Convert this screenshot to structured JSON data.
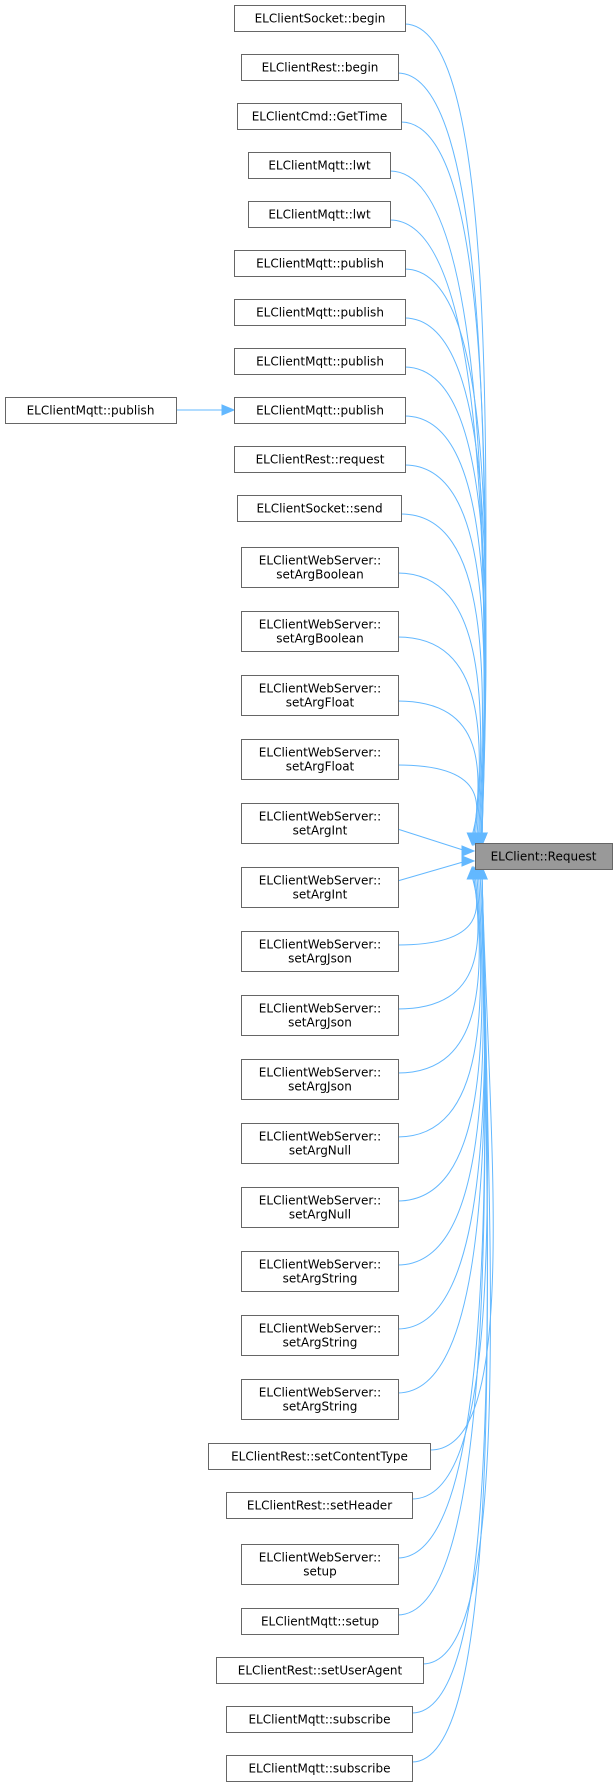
{
  "diagram": {
    "type": "call-graph",
    "colors": {
      "edge": "#63b8ff",
      "node_border": "#666666",
      "node_fill": "#ffffff",
      "target_fill": "#999999"
    },
    "target": {
      "label": "ELClient::Request"
    },
    "callers": [
      {
        "lines": [
          "ELClientSocket::begin"
        ]
      },
      {
        "lines": [
          "ELClientRest::begin"
        ]
      },
      {
        "lines": [
          "ELClientCmd::GetTime"
        ]
      },
      {
        "lines": [
          "ELClientMqtt::lwt"
        ]
      },
      {
        "lines": [
          "ELClientMqtt::lwt"
        ]
      },
      {
        "lines": [
          "ELClientMqtt::publish"
        ]
      },
      {
        "lines": [
          "ELClientMqtt::publish"
        ]
      },
      {
        "lines": [
          "ELClientMqtt::publish"
        ]
      },
      {
        "lines": [
          "ELClientMqtt::publish"
        ],
        "caller": "ELClientMqtt::publish"
      },
      {
        "lines": [
          "ELClientRest::request"
        ]
      },
      {
        "lines": [
          "ELClientSocket::send"
        ]
      },
      {
        "lines": [
          "ELClientWebServer::",
          "setArgBoolean"
        ]
      },
      {
        "lines": [
          "ELClientWebServer::",
          "setArgBoolean"
        ]
      },
      {
        "lines": [
          "ELClientWebServer::",
          "setArgFloat"
        ]
      },
      {
        "lines": [
          "ELClientWebServer::",
          "setArgFloat"
        ]
      },
      {
        "lines": [
          "ELClientWebServer::",
          "setArgInt"
        ]
      },
      {
        "lines": [
          "ELClientWebServer::",
          "setArgInt"
        ]
      },
      {
        "lines": [
          "ELClientWebServer::",
          "setArgJson"
        ]
      },
      {
        "lines": [
          "ELClientWebServer::",
          "setArgJson"
        ]
      },
      {
        "lines": [
          "ELClientWebServer::",
          "setArgJson"
        ]
      },
      {
        "lines": [
          "ELClientWebServer::",
          "setArgNull"
        ]
      },
      {
        "lines": [
          "ELClientWebServer::",
          "setArgNull"
        ]
      },
      {
        "lines": [
          "ELClientWebServer::",
          "setArgString"
        ]
      },
      {
        "lines": [
          "ELClientWebServer::",
          "setArgString"
        ]
      },
      {
        "lines": [
          "ELClientWebServer::",
          "setArgString"
        ]
      },
      {
        "lines": [
          "ELClientRest::setContentType"
        ]
      },
      {
        "lines": [
          "ELClientRest::setHeader"
        ]
      },
      {
        "lines": [
          "ELClientWebServer::",
          "setup"
        ]
      },
      {
        "lines": [
          "ELClientMqtt::setup"
        ]
      },
      {
        "lines": [
          "ELClientRest::setUserAgent"
        ]
      },
      {
        "lines": [
          "ELClientMqtt::subscribe"
        ]
      },
      {
        "lines": [
          "ELClientMqtt::subscribe"
        ]
      }
    ]
  }
}
